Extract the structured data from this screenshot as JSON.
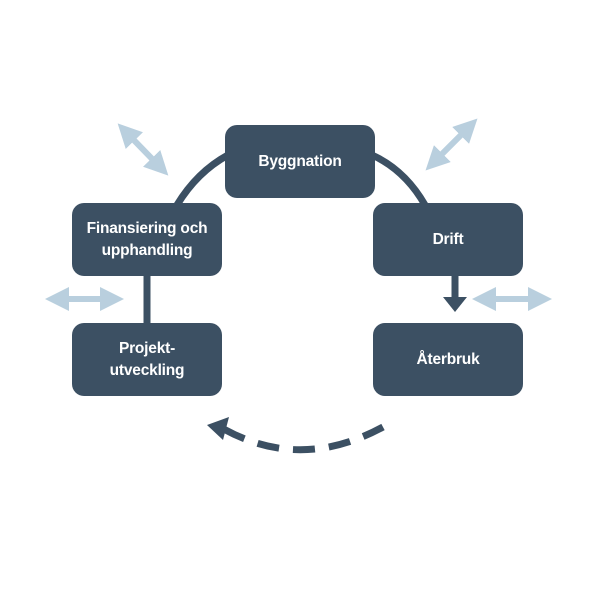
{
  "colors": {
    "box_fill": "#3c5063",
    "box_text": "#ffffff",
    "connector": "#3c5063",
    "exchange_arrow": "#b9cfde",
    "background": "#ffffff"
  },
  "stages": {
    "byggnation": {
      "line1": "Byggnation"
    },
    "drift": {
      "line1": "Drift"
    },
    "aterbruk": {
      "line1": "Återbruk"
    },
    "projektutveckling": {
      "line1": "Projekt-",
      "line2": "utveckling"
    },
    "finansiering": {
      "line1": "Finansiering och",
      "line2": "upphandling"
    }
  },
  "exchange_arrows": {
    "count": 4,
    "icon": "double-headed-arrow-icon"
  },
  "flow": {
    "solid_arrow_icon": "down-arrow-icon",
    "return_arrow_icon": "dashed-curved-arrow-icon"
  }
}
